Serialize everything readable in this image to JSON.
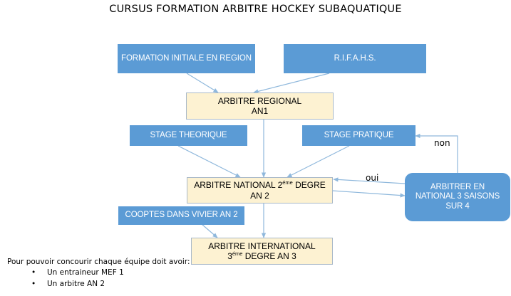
{
  "title": "CURSUS FORMATION ARBITRE HOCKEY SUBAQUATIQUE",
  "colors": {
    "blue_fill": "#5B9BD5",
    "yellow_fill": "#FDF2D2",
    "yellow_border": "#A8B8C8",
    "connector": "#8FB8DC",
    "text_dark": "#000000",
    "text_light": "#FFFFFF"
  },
  "nodes": {
    "formation_initiale": {
      "label": "FORMATION INITIALE EN REGION",
      "shape": "rectangle",
      "fill": "blue"
    },
    "rifahs": {
      "label": "R.I.F.A.H.S.",
      "shape": "rectangle",
      "fill": "blue"
    },
    "arbitre_regional": {
      "line1": "ARBITRE REGIONAL",
      "line2": "AN1",
      "shape": "rectangle",
      "fill": "yellow"
    },
    "stage_theorique": {
      "label": "STAGE THEORIQUE",
      "shape": "rectangle",
      "fill": "blue"
    },
    "stage_pratique": {
      "label": "STAGE PRATIQUE",
      "shape": "rectangle",
      "fill": "blue"
    },
    "arbitre_national": {
      "line1_a": "ARBITRE NATIONAL 2",
      "line1_sup": "éme",
      "line1_b": " DEGRE",
      "line2": "AN 2",
      "shape": "rectangle",
      "fill": "yellow"
    },
    "arbitrer_national_3_saisons": {
      "line1": "ARBITRER EN",
      "line2": "NATIONAL 3 SAISONS",
      "line3": "SUR 4",
      "shape": "rounded-rectangle",
      "fill": "blue"
    },
    "cooptes_vivier": {
      "label": "COOPTES DANS VIVIER AN 2",
      "shape": "rectangle",
      "fill": "blue"
    },
    "arbitre_international": {
      "line1": "ARBITRE INTERNATIONAL",
      "line2_a": "3",
      "line2_sup": "éme",
      "line2_b": " DEGRE   AN 3",
      "shape": "rectangle",
      "fill": "yellow"
    }
  },
  "edge_labels": {
    "non": "non",
    "oui": "oui"
  },
  "footnote": {
    "lead": "Pour pouvoir concourir chaque équipe doit avoir:",
    "items": [
      "Un entraineur MEF 1",
      "Un arbitre AN 2"
    ]
  }
}
